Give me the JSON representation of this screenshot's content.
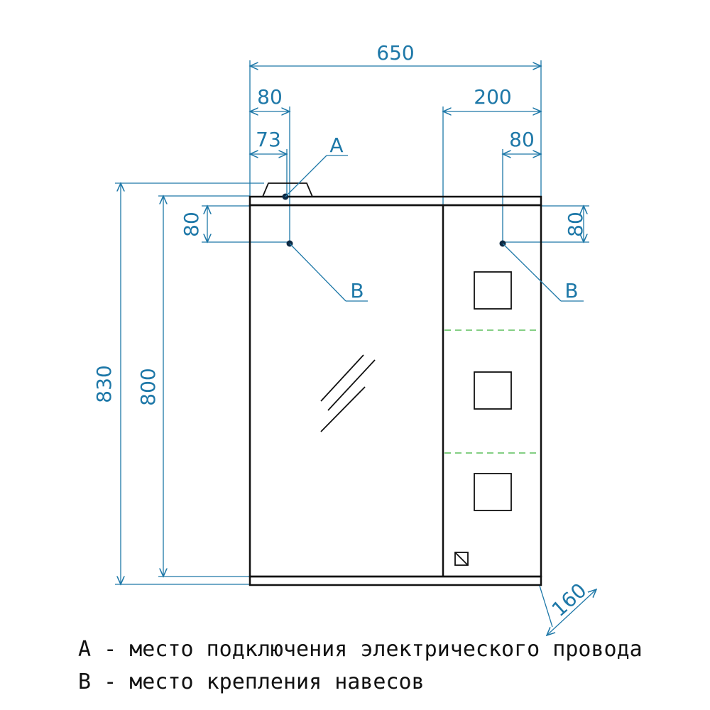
{
  "dimensions": {
    "width_total": "650",
    "left_offset_80": "80",
    "left_offset_73": "73",
    "right_section_200": "200",
    "right_offset_80": "80",
    "height_total": "830",
    "height_body": "800",
    "left_vertical_80": "80",
    "right_vertical_80": "80",
    "depth": "160"
  },
  "callouts": {
    "a": "A",
    "b_left": "B",
    "b_right": "B"
  },
  "legend": {
    "line_a": "A - место подключения электрического провода",
    "line_b": "B - место крепления навесов"
  },
  "colors": {
    "dimension": "#1e78a8",
    "outline": "#111111",
    "shelf_dash": "#5cbf5c"
  }
}
